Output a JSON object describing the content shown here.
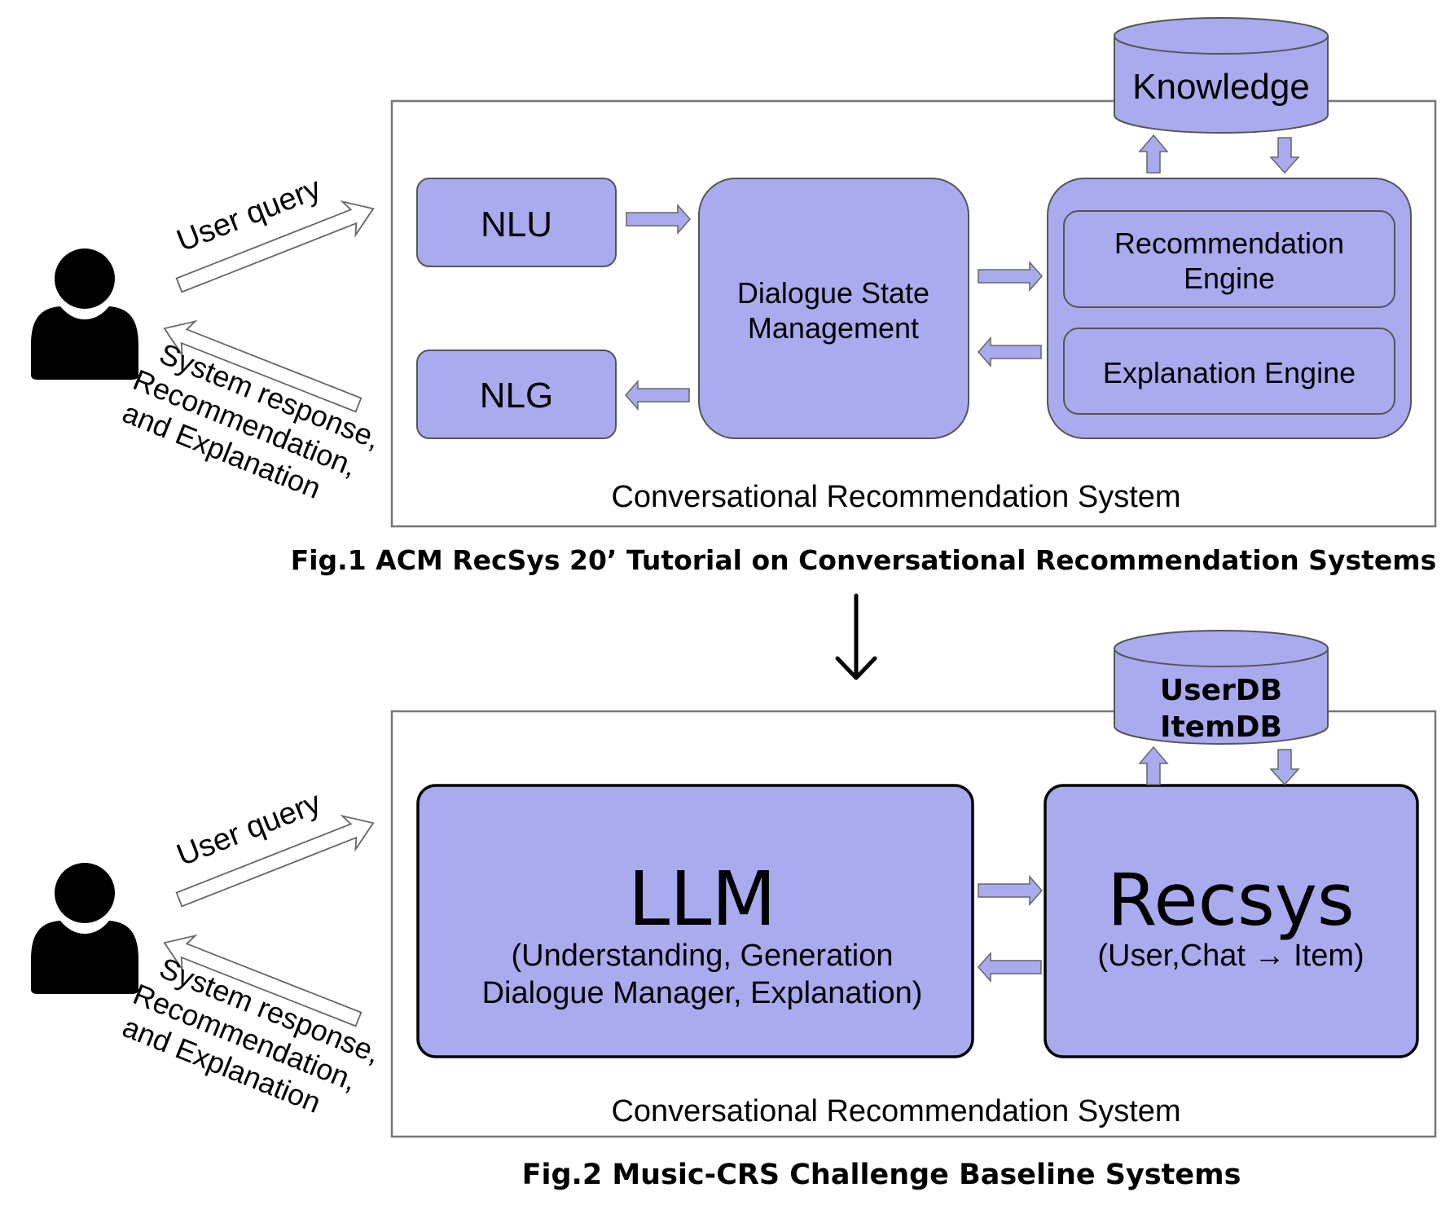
{
  "colors": {
    "module_fill": "#a9abee",
    "text": "#000000"
  },
  "fig1": {
    "user_icon": "person-icon",
    "user_query_label": "User query",
    "system_response_lines": [
      "System response,",
      "Recommendation,",
      "and Explanation"
    ],
    "knowledge_label": "Knowledge",
    "nlu_label": "NLU",
    "nlg_label": "NLG",
    "dsm_lines": [
      "Dialogue State",
      "Management"
    ],
    "rec_engine_lines": [
      "Recommendation",
      "Engine"
    ],
    "expl_engine_label": "Explanation Engine",
    "system_label": "Conversational Recommendation System",
    "caption": "Fig.1 ACM RecSys 20’ Tutorial on Conversational Recommendation Systems"
  },
  "transition_arrow": "arrow-down-icon",
  "fig2": {
    "user_icon": "person-icon",
    "user_query_label": "User query",
    "system_response_lines": [
      "System response,",
      "Recommendation,",
      "and Explanation"
    ],
    "db_lines": [
      "UserDB",
      "ItemDB"
    ],
    "llm_title": "LLM",
    "llm_sub_lines": [
      "(Understanding, Generation",
      "Dialogue Manager, Explanation)"
    ],
    "recsys_title": "Recsys",
    "recsys_sub": "(User,Chat → Item)",
    "system_label": "Conversational Recommendation System",
    "caption": "Fig.2 Music-CRS Challenge Baseline Systems"
  }
}
